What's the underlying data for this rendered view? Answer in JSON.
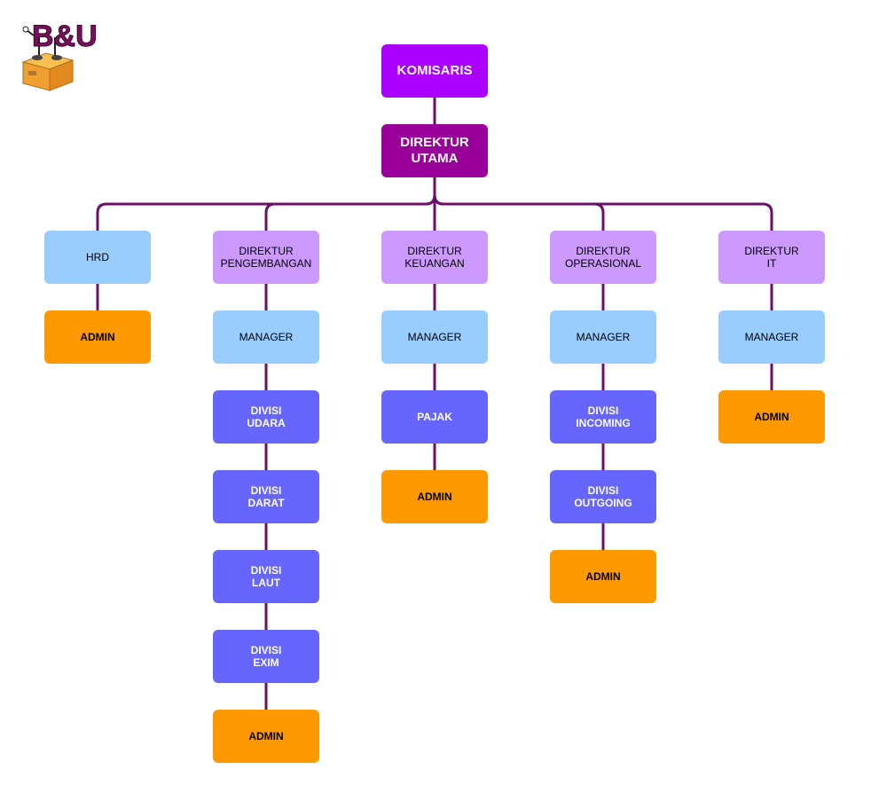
{
  "logo": {
    "text": "B&U",
    "icon": "cardboard-box-mascot-icon"
  },
  "colors": {
    "line": "#6B0F6B",
    "komisaris": "#AA00FF",
    "direktur_utama": "#990099",
    "light_blue": "#99CCFF",
    "lavender": "#CC99FF",
    "periwinkle": "#6666FF",
    "orange": "#FF9900"
  },
  "nodes": {
    "komisaris": "KOMISARIS",
    "direktur_utama": "DIREKTUR\nUTAMA",
    "hrd": "HRD",
    "hrd_admin": "ADMIN",
    "dir_pengembangan": "DIREKTUR\nPENGEMBANGAN",
    "peng_manager": "MANAGER",
    "peng_divisi_udara": "DIVISI\nUDARA",
    "peng_divisi_darat": "DIVISI\nDARAT",
    "peng_divisi_laut": "DIVISI\nLAUT",
    "peng_divisi_exim": "DIVISI\nEXIM",
    "peng_admin": "ADMIN",
    "dir_keuangan": "DIREKTUR\nKEUANGAN",
    "keu_manager": "MANAGER",
    "keu_pajak": "PAJAK",
    "keu_admin": "ADMIN",
    "dir_operasional": "DIREKTUR\nOPERASIONAL",
    "ops_manager": "MANAGER",
    "ops_divisi_incoming": "DIVISI\nINCOMING",
    "ops_divisi_outgoing": "DIVISI\nOUTGOING",
    "ops_admin": "ADMIN",
    "dir_it": "DIREKTUR\nIT",
    "it_manager": "MANAGER",
    "it_admin": "ADMIN"
  }
}
